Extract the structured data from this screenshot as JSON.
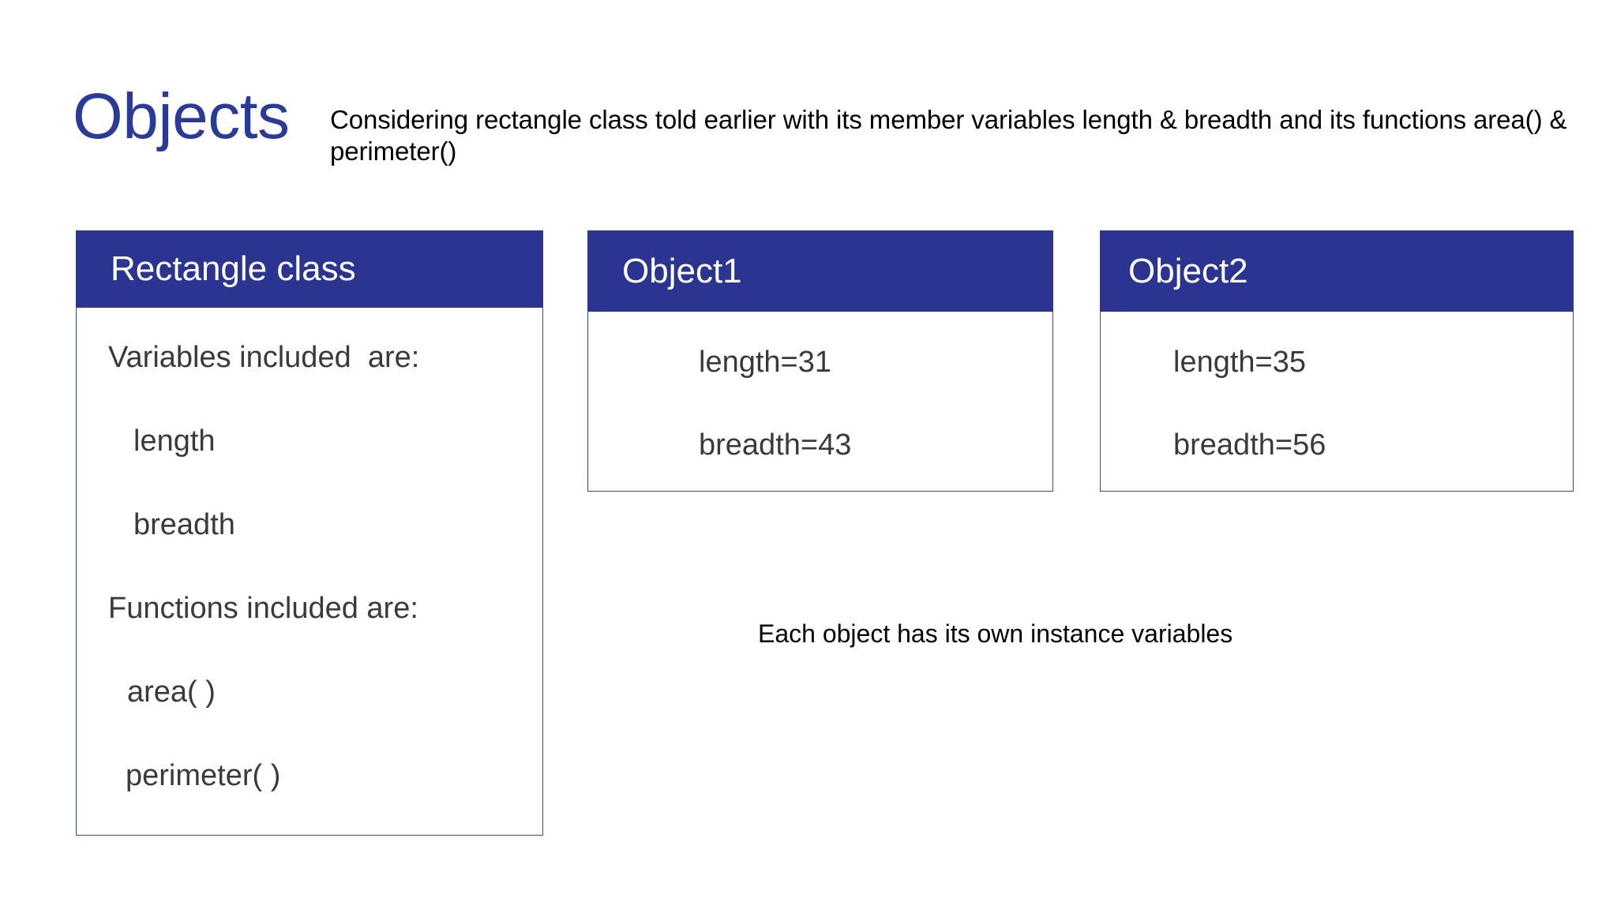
{
  "slide": {
    "title": "Objects",
    "title_color": "#2b3a96",
    "subtitle": "Considering rectangle class told earlier with its member variables length & breadth and its functions area() & perimeter()",
    "background_color": "#ffffff",
    "caption": "Each object has its own instance variables"
  },
  "theme": {
    "header_fill": "#2b3490",
    "header_text_color": "#ffffff",
    "body_border_color": "#3b4aa0",
    "body_text_color": "#3a3a3a"
  },
  "cards": [
    {
      "id": "rectangle-class",
      "header": "Rectangle class",
      "lines": [
        "Variables included  are:",
        "length",
        "breadth",
        "Functions included are:",
        "area( )",
        "perimeter( )"
      ]
    },
    {
      "id": "object1",
      "header": "Object1",
      "lines": [
        "length=31",
        "breadth=43"
      ],
      "values": {
        "length": 31,
        "breadth": 43
      }
    },
    {
      "id": "object2",
      "header": "Object2",
      "lines": [
        "length=35",
        "breadth=56"
      ],
      "values": {
        "length": 35,
        "breadth": 56
      }
    }
  ]
}
